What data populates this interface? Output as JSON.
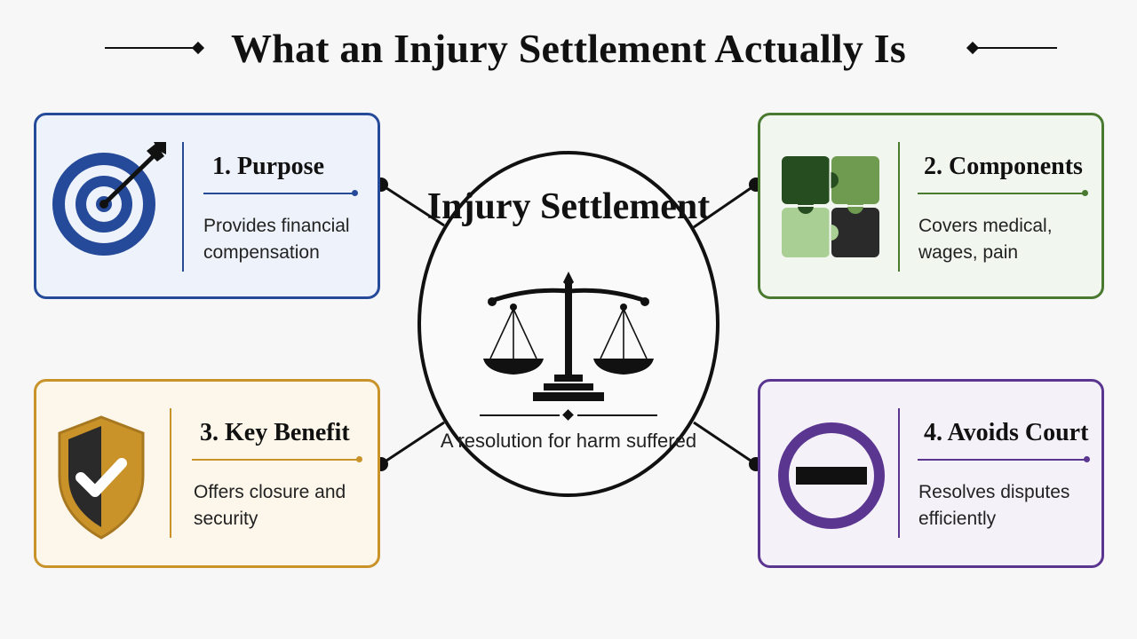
{
  "title": "What an Injury Settlement Actually Is",
  "center": {
    "title": "Injury Settlement",
    "subtitle": "A resolution for harm suffered",
    "icon": "scales-of-justice-icon"
  },
  "cards": [
    {
      "heading": "1. Purpose",
      "description": "Provides financial compensation",
      "icon": "target-arrow-icon",
      "color": "#264a9a"
    },
    {
      "heading": "2. Components",
      "description": "Covers medical, wages, pain",
      "icon": "puzzle-icon",
      "color": "#4a7a30"
    },
    {
      "heading": "3. Key Benefit",
      "description": "Offers closure and security",
      "icon": "shield-check-icon",
      "color": "#c9932a"
    },
    {
      "heading": "4. Avoids Court",
      "description": "Resolves disputes efficiently",
      "icon": "no-entry-icon",
      "color": "#5a3690"
    }
  ]
}
